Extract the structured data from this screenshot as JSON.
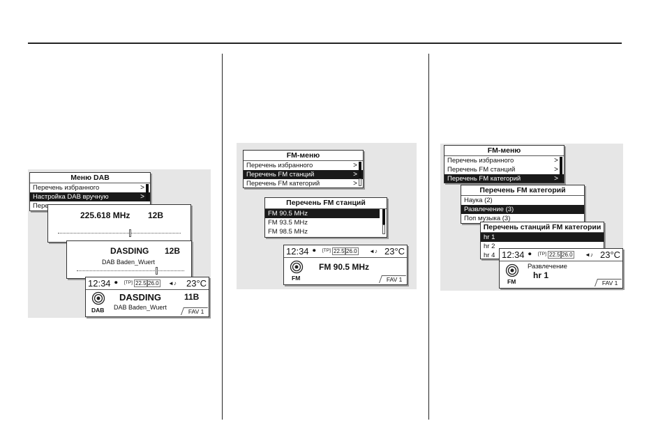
{
  "panel1": {
    "menu": {
      "title": "Меню DAB",
      "items": [
        {
          "label": "Перечень избранного",
          "chevron": ">"
        },
        {
          "label": "Настройка DAB вручную",
          "chevron": ">"
        },
        {
          "label": "Пере"
        }
      ]
    },
    "tuning": {
      "frequency": "225.618 MHz",
      "channel": "12B"
    },
    "station": {
      "name": "DASDING",
      "channel": "12B",
      "ensemble": "DAB Baden_Wuert"
    },
    "home": {
      "status": {
        "time": "12:34",
        "tp": "[TP]",
        "temp_a": "22.5",
        "temp_b": "26.0",
        "audio": "◄♪",
        "outside_temp": "23°C"
      },
      "source": "DAB",
      "name": "DASDING",
      "channel": "11B",
      "ensemble": "DAB Baden_Wuert",
      "fav": "FAV 1"
    }
  },
  "panel2": {
    "menu": {
      "title": "FM-меню",
      "items": [
        {
          "label": "Перечень избранного",
          "chevron": ">"
        },
        {
          "label": "Перечень FM станций",
          "chevron": ">"
        },
        {
          "label": "Перечень FM категорий",
          "chevron": ">"
        }
      ]
    },
    "list": {
      "title": "Перечень FM станций",
      "items": [
        "FM 90.5 MHz",
        "FM 93.5 MHz",
        "FM 98.5 MHz"
      ]
    },
    "home": {
      "status": {
        "time": "12:34",
        "tp": "[TP]",
        "temp_a": "22.5",
        "temp_b": "26.0",
        "audio": "◄♪",
        "outside_temp": "23°C"
      },
      "source": "FM",
      "station": "FM 90.5 MHz",
      "fav": "FAV 1"
    }
  },
  "panel3": {
    "menu": {
      "title": "FM-меню",
      "items": [
        {
          "label": "Перечень избранного",
          "chevron": ">"
        },
        {
          "label": "Перечень FM станций",
          "chevron": ">"
        },
        {
          "label": "Перечень FM категорий",
          "chevron": ">"
        }
      ]
    },
    "categories": {
      "title": "Перечень FM категорий",
      "items": [
        "Наука (2)",
        "Развлечение (3)",
        "Поп музыка (3)"
      ]
    },
    "cat_stations": {
      "title": "Перечень станций FM категории",
      "items": [
        "hr 1",
        "hr 2",
        "hr 4"
      ]
    },
    "home": {
      "status": {
        "time": "12:34",
        "tp": "[TP]",
        "temp_a": "22.5",
        "temp_b": "26.0",
        "audio": "◄♪",
        "outside_temp": "23°C"
      },
      "source": "FM",
      "category": "Развлечение",
      "station": "hr 1",
      "fav": "FAV 1"
    }
  }
}
